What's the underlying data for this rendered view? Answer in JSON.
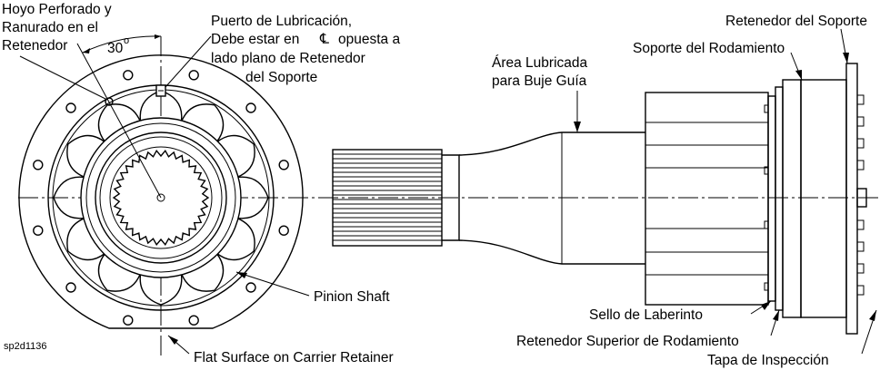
{
  "labels": {
    "hoyo": [
      "Hoyo Perforado y",
      "Ranurado en el",
      "Retenedor"
    ],
    "angle": "30",
    "angle_unit": "o",
    "puerto": [
      "Puerto de Lubricación,",
      "Debe estar en",
      "opuesta a",
      "lado plano de Retenedor",
      "del  Soporte"
    ],
    "cl_symbol": "℄",
    "area": [
      "Área Lubricada",
      "para Buje Guía"
    ],
    "retenedor_soporte": "Retenedor del Soporte",
    "soporte_rodamiento": "Soporte del Rodamiento",
    "pinion": "Pinion Shaft",
    "sello": "Sello de Laberinto",
    "retenedor_superior": "Retenedor Superior de Rodamiento",
    "flat": "Flat Surface on Carrier Retainer",
    "tapa": "Tapa de Inspección",
    "figure_id": "sp2d1136"
  },
  "colors": {
    "line": "#000000",
    "background": "#ffffff"
  }
}
